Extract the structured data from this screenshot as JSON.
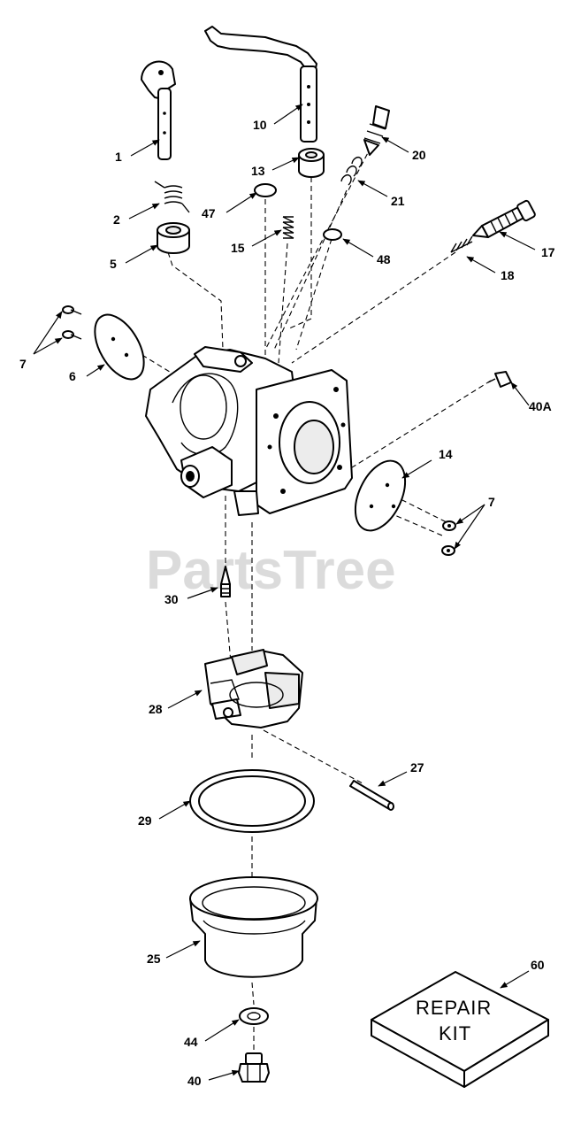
{
  "watermark": "PartsTree",
  "repair_kit": {
    "line1": "REPAIR",
    "line2": "KIT"
  },
  "callouts": [
    {
      "id": "1",
      "text": "1"
    },
    {
      "id": "2",
      "text": "2"
    },
    {
      "id": "5",
      "text": "5"
    },
    {
      "id": "6",
      "text": "6"
    },
    {
      "id": "7a",
      "text": "7"
    },
    {
      "id": "7b",
      "text": "7"
    },
    {
      "id": "10",
      "text": "10"
    },
    {
      "id": "13",
      "text": "13"
    },
    {
      "id": "14",
      "text": "14"
    },
    {
      "id": "15",
      "text": "15"
    },
    {
      "id": "17",
      "text": "17"
    },
    {
      "id": "18",
      "text": "18"
    },
    {
      "id": "20",
      "text": "20"
    },
    {
      "id": "21",
      "text": "21"
    },
    {
      "id": "25",
      "text": "25"
    },
    {
      "id": "27",
      "text": "27"
    },
    {
      "id": "28",
      "text": "28"
    },
    {
      "id": "29",
      "text": "29"
    },
    {
      "id": "30",
      "text": "30"
    },
    {
      "id": "40",
      "text": "40"
    },
    {
      "id": "40A",
      "text": "40A"
    },
    {
      "id": "44",
      "text": "44"
    },
    {
      "id": "47",
      "text": "47"
    },
    {
      "id": "48",
      "text": "48"
    },
    {
      "id": "60",
      "text": "60"
    }
  ]
}
